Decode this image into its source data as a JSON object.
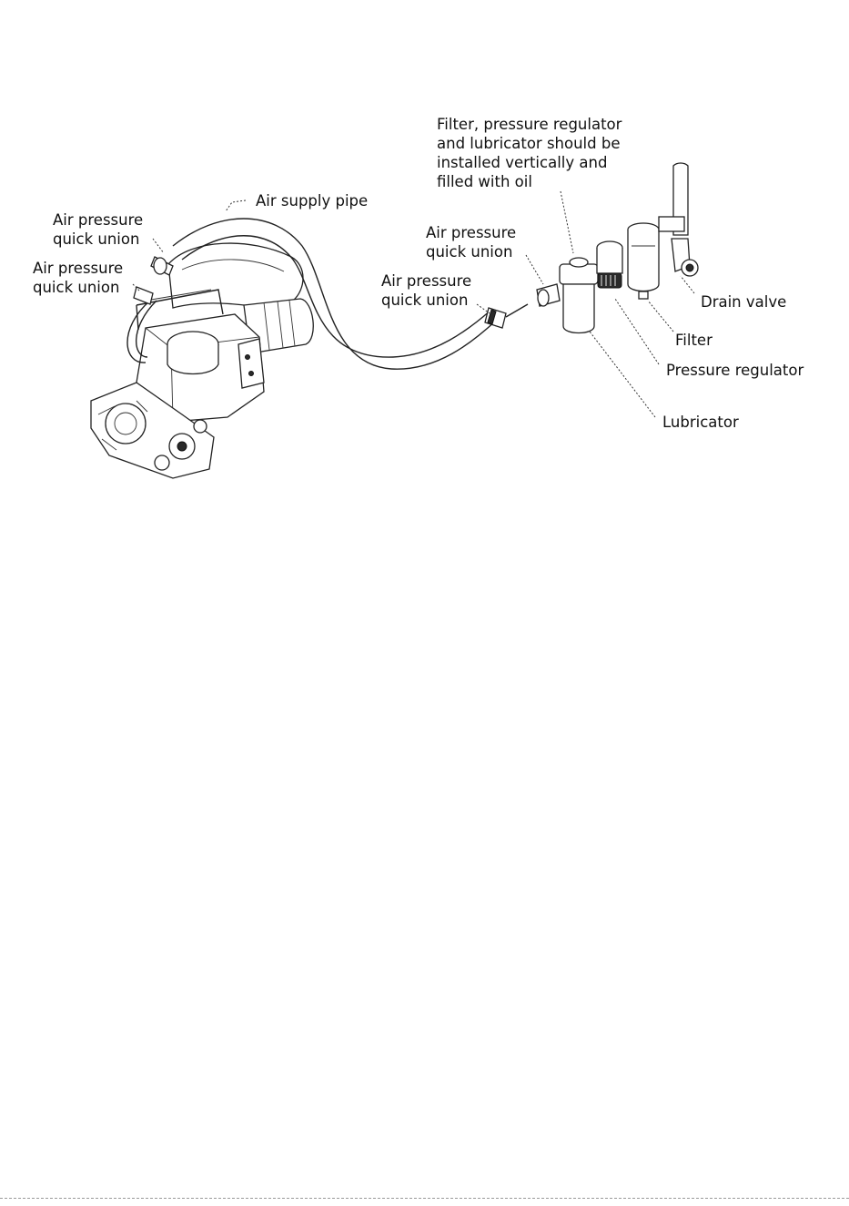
{
  "labels": {
    "install_note": [
      "Filter, pressure regulator",
      "and lubricator should be",
      "installed vertically and",
      "filled with oil"
    ],
    "air_supply_pipe": "Air supply pipe",
    "quick_union_1": [
      "Air pressure",
      "quick union"
    ],
    "quick_union_2": [
      "Air pressure",
      "quick union"
    ],
    "quick_union_3": [
      "Air pressure",
      "quick union"
    ],
    "quick_union_4": [
      "Air pressure",
      "quick union"
    ],
    "drain_valve": "Drain valve",
    "filter": "Filter",
    "pressure_regulator": "Pressure regulator",
    "lubricator": "Lubricator"
  }
}
